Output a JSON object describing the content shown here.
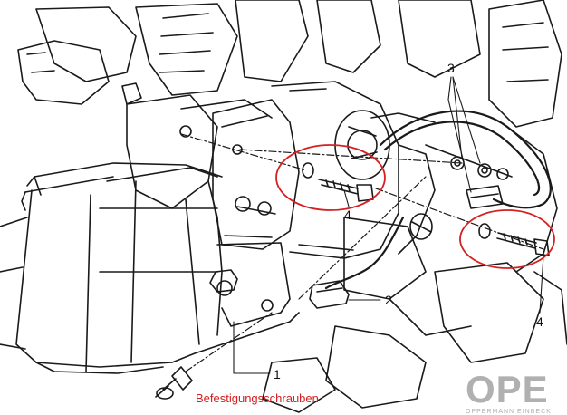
{
  "callouts": {
    "one": "1",
    "two": "2",
    "three": "3",
    "four_left": "4",
    "four_right": "4"
  },
  "caption": "Befestigungsschrauben",
  "watermark": {
    "big": "OPE",
    "small": "OPPERMANN EINBECK"
  },
  "colors": {
    "ink": "#1a1a1a",
    "highlight_circle": "#d42020",
    "caption_text": "#d42020",
    "watermark": "#b0b0b0",
    "background": "#ffffff"
  }
}
